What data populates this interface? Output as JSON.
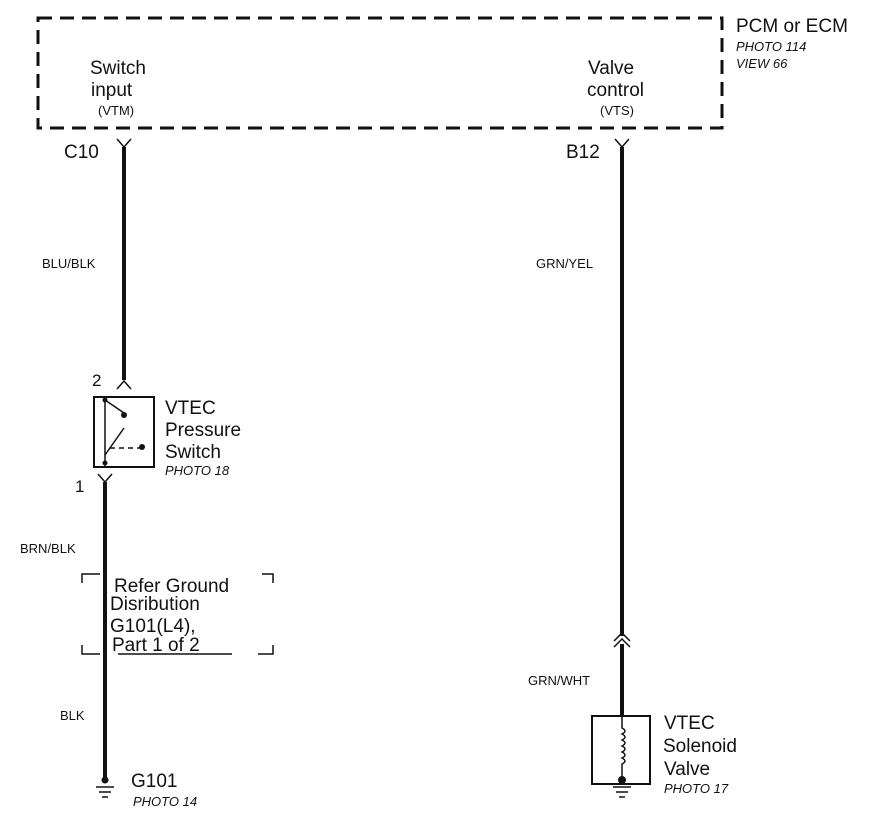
{
  "module": {
    "name": "PCM or ECM",
    "photo": "PHOTO 114",
    "view": "VIEW 66",
    "inputs": [
      {
        "label_line1": "Switch",
        "label_line2": "input",
        "code": "(VTM)",
        "pin": "C10"
      },
      {
        "label_line1": "Valve",
        "label_line2": "control",
        "code": "(VTS)",
        "pin": "B12"
      }
    ]
  },
  "wires": {
    "left_upper": "BLU/BLK",
    "left_middle": "BRN/BLK",
    "left_lower": "BLK",
    "right_upper": "GRN/YEL",
    "right_lower": "GRN/WHT"
  },
  "pressure_switch": {
    "name_line1": "VTEC",
    "name_line2": "Pressure",
    "name_line3": "Switch",
    "photo": "PHOTO 18",
    "pin_top": "2",
    "pin_bottom": "1"
  },
  "refer_note": {
    "line1": "Refer Ground",
    "line2": "Disribution",
    "line3": "G101(L4),",
    "line4": "Part 1 of 2"
  },
  "ground": {
    "name": "G101",
    "photo": "PHOTO 14"
  },
  "solenoid": {
    "name_line1": "VTEC",
    "name_line2": "Solenoid",
    "name_line3": "Valve",
    "photo": "PHOTO 17"
  }
}
